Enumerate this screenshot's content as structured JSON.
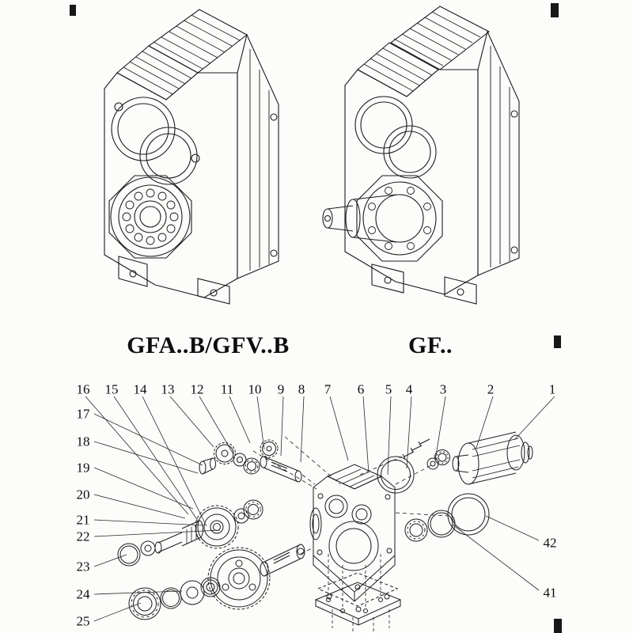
{
  "page": {
    "background": "#fcfcfa",
    "ink": "#1c1c1c"
  },
  "figures": {
    "left_model": "GFA..B/GFV..B",
    "right_model": "GF.."
  },
  "exploded": {
    "top_callouts": [
      "16",
      "15",
      "14",
      "13",
      "12",
      "11",
      "10",
      "9",
      "8",
      "7",
      "6",
      "5",
      "4",
      "3",
      "2",
      "1"
    ],
    "left_callouts": [
      "17",
      "18",
      "19",
      "20",
      "21",
      "22",
      "23",
      "24",
      "25"
    ],
    "right_callouts": [
      "42",
      "41"
    ]
  }
}
